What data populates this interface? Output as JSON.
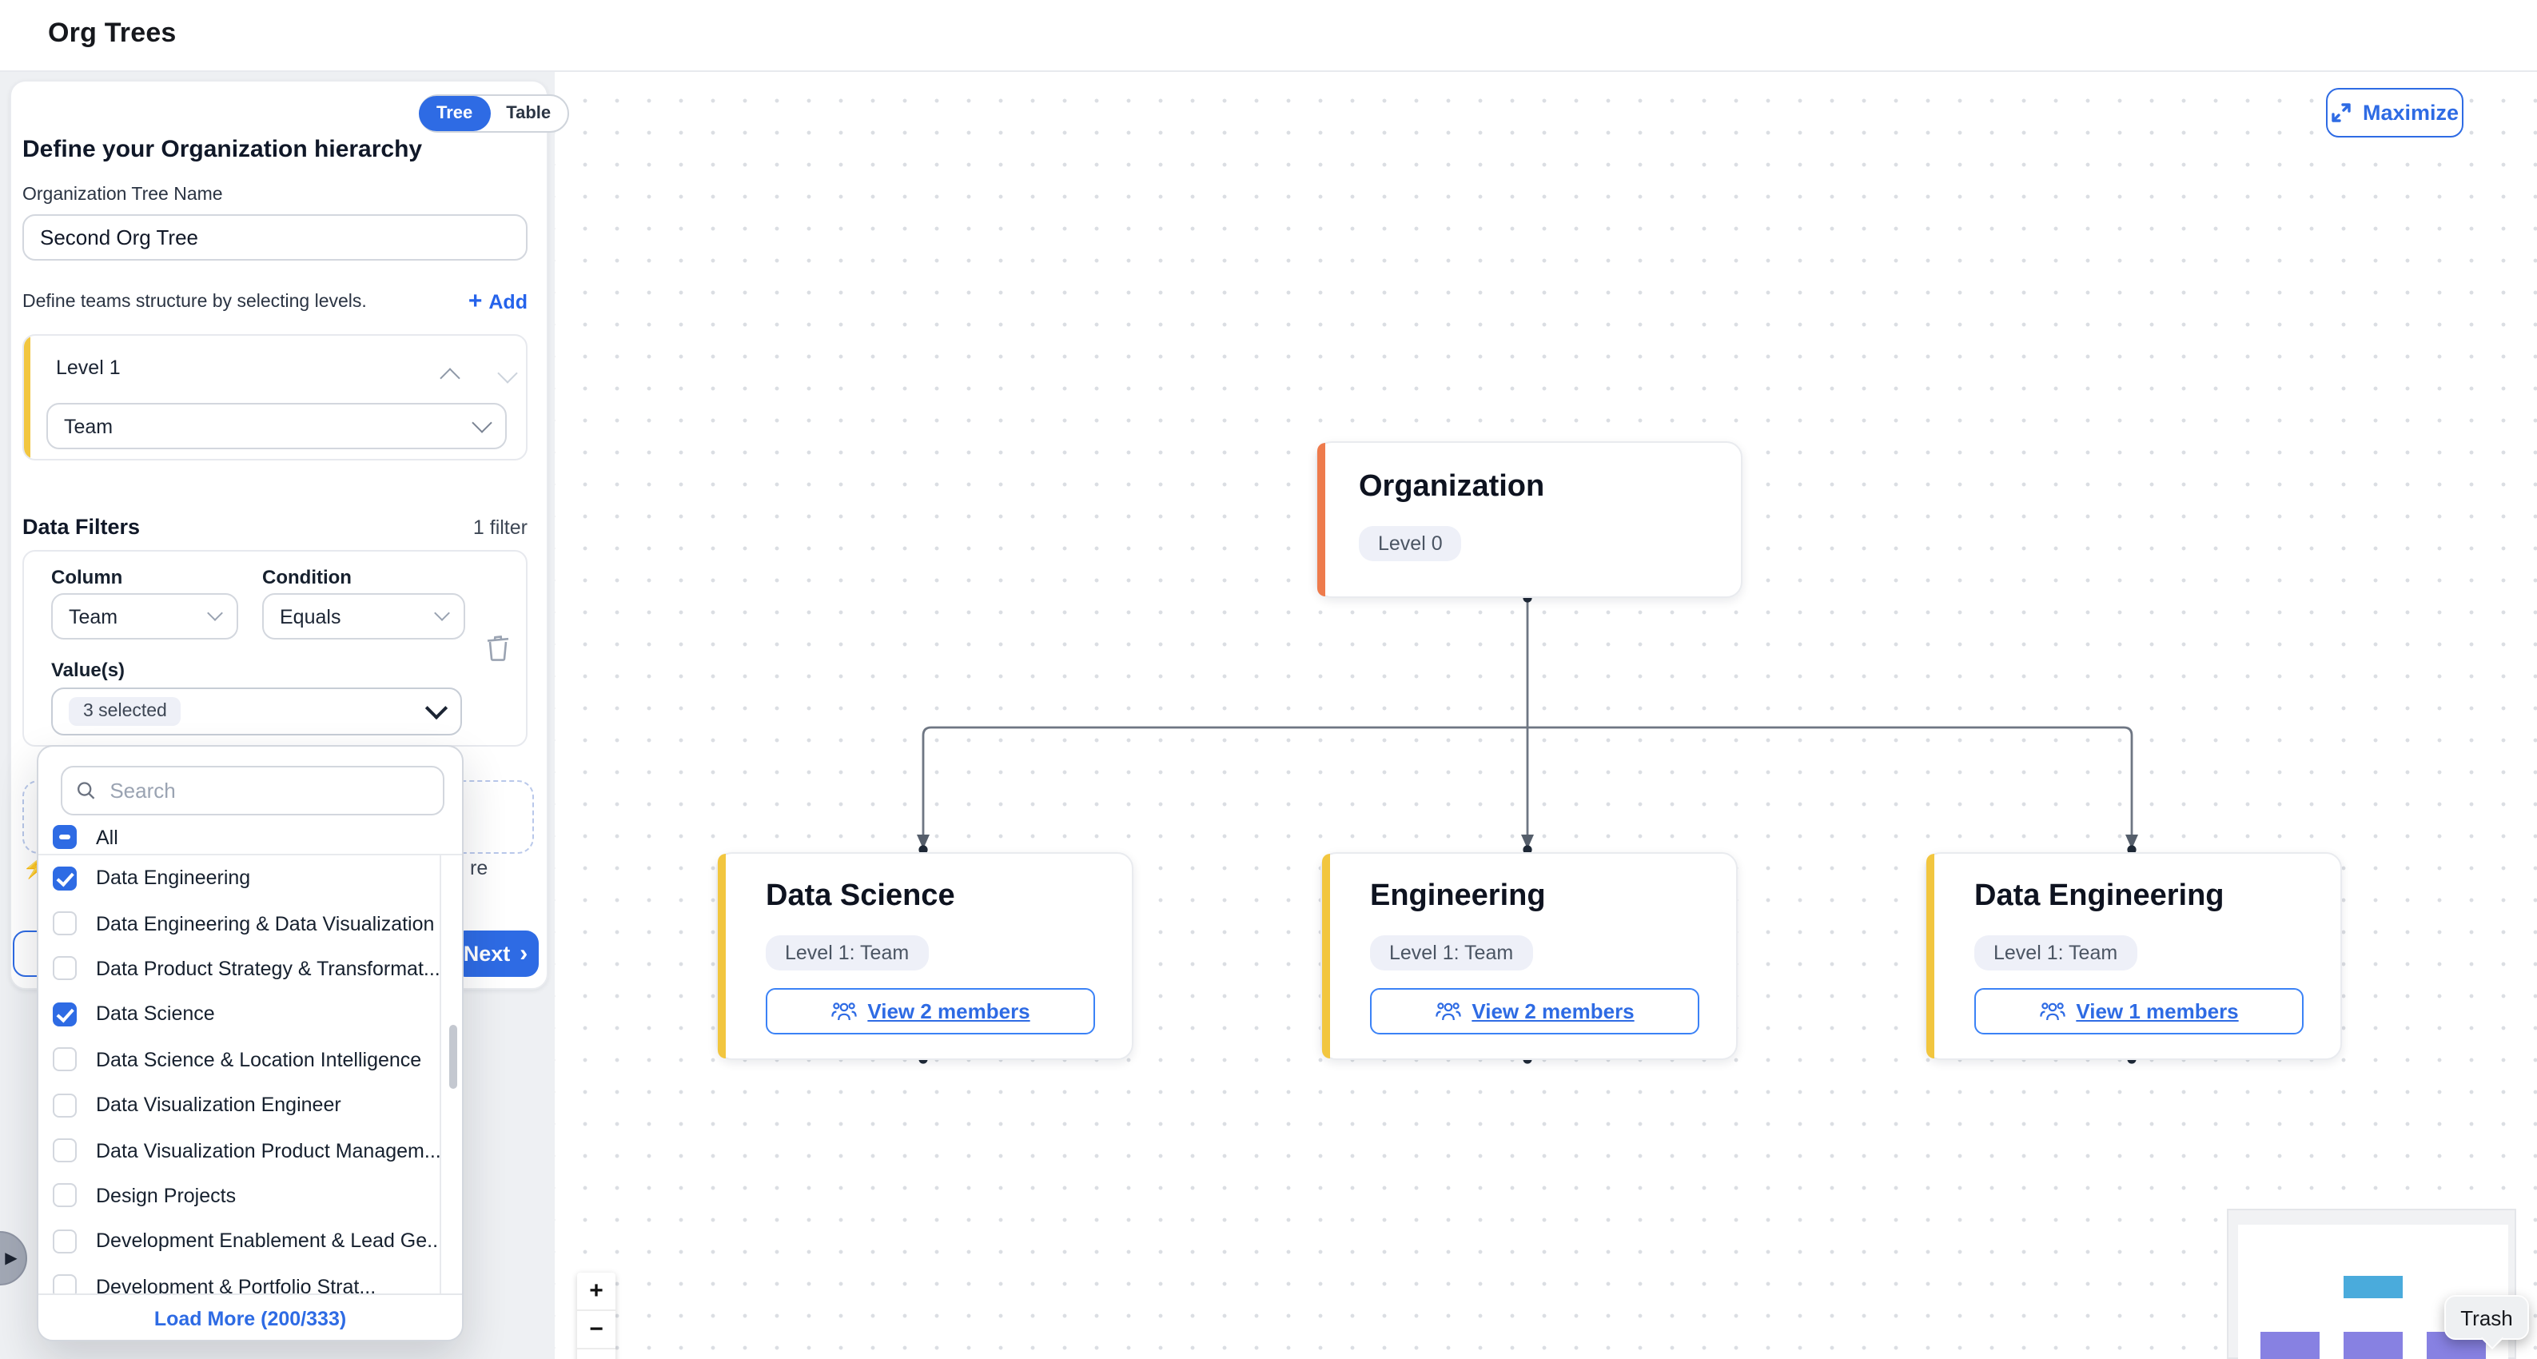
{
  "header": {
    "title": "Org Trees"
  },
  "view_toggle": {
    "tree_label": "Tree",
    "table_label": "Table"
  },
  "sidebar": {
    "heading": "Define your Organization hierarchy",
    "tree_name": {
      "label": "Organization Tree Name",
      "value": "Second Org Tree"
    },
    "levels": {
      "hint": "Define teams structure by selecting levels.",
      "add_label": "Add",
      "card": {
        "title": "Level 1",
        "type_value": "Team"
      }
    },
    "filters": {
      "title": "Data Filters",
      "count": "1 filter",
      "column": {
        "label": "Column",
        "value": "Team"
      },
      "condition": {
        "label": "Condition",
        "value": "Equals"
      },
      "values": {
        "label": "Value(s)",
        "value": "3 selected"
      }
    },
    "hint_fragment": "re",
    "next_label": "Next"
  },
  "dropdown": {
    "search_placeholder": "Search",
    "select_all": {
      "label": "All",
      "state": "indeterminate"
    },
    "items": [
      {
        "label": "Data Engineering",
        "state": "checked"
      },
      {
        "label": "Data Engineering & Data Visualization",
        "state": "unchecked"
      },
      {
        "label": "Data Product Strategy & Transformat...",
        "state": "unchecked"
      },
      {
        "label": "Data Science",
        "state": "checked"
      },
      {
        "label": "Data Science & Location Intelligence",
        "state": "unchecked"
      },
      {
        "label": "Data Visualization Engineer",
        "state": "unchecked"
      },
      {
        "label": "Data Visualization Product Managem...",
        "state": "unchecked"
      },
      {
        "label": "Design Projects",
        "state": "unchecked"
      },
      {
        "label": "Development Enablement & Lead Ge...",
        "state": "unchecked"
      },
      {
        "label": "Development & Portfolio Strat...",
        "state": "unchecked"
      }
    ],
    "load_more_label": "Load More (200/333)"
  },
  "canvas": {
    "maximize_label": "Maximize",
    "trash_tooltip": "Trash",
    "tree": {
      "root": {
        "title": "Organization",
        "badge": "Level 0"
      },
      "children": [
        {
          "title": "Data Science",
          "badge": "Level 1: Team",
          "members_label": "View 2 members"
        },
        {
          "title": "Engineering",
          "badge": "Level 1: Team",
          "members_label": "View 2 members"
        },
        {
          "title": "Data Engineering",
          "badge": "Level 1: Team",
          "members_label": "View 1 members"
        }
      ]
    }
  },
  "icons": {
    "plus": "+",
    "lightning": "⚡",
    "next_arrow": "›",
    "zoom_in": "+",
    "zoom_out": "−",
    "handle_arrow": "▶"
  },
  "colors": {
    "accent_blue": "#2e6be4",
    "level_yellow": "#f2c63f",
    "org_orange": "#ee7b4c",
    "minimap_blue": "#4aabdc",
    "minimap_purple": "#8781e2"
  }
}
